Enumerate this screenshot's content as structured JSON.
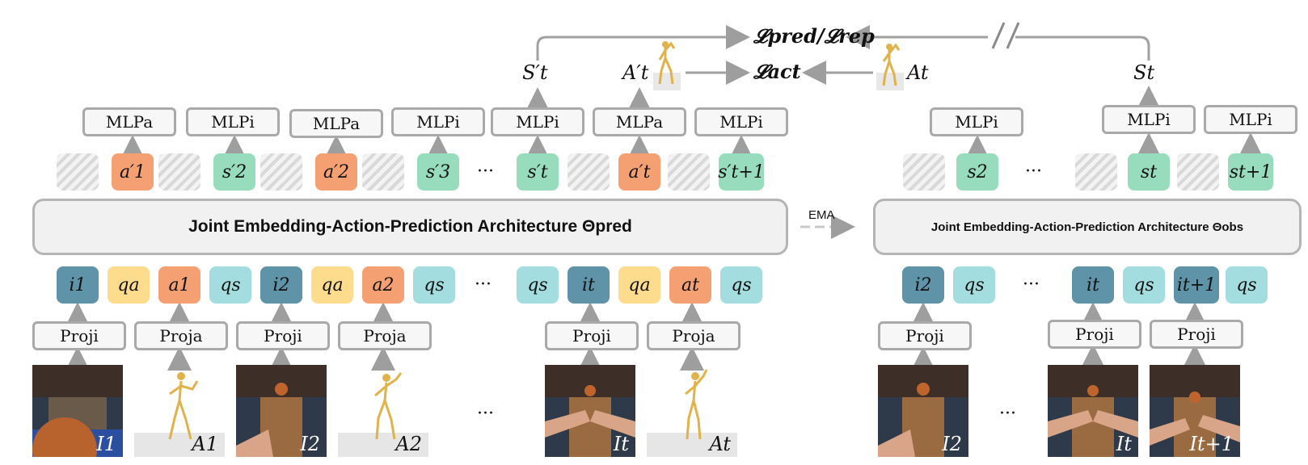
{
  "loss": {
    "pred_rep": "𝓛pred/𝓛rep",
    "act": "𝓛act"
  },
  "targets": {
    "s_pred": "S′t",
    "a_pred": "A′t",
    "a_true": "At",
    "s_true": "St"
  },
  "mlp": {
    "a": "MLPa",
    "i": "MLPi"
  },
  "proj": {
    "i": "Proji",
    "a": "Proja"
  },
  "left_tokens_top": [
    "a′1",
    "s′2",
    "a′2",
    "s′3",
    "s′t",
    "a′t",
    "s′t+1"
  ],
  "right_tokens_top": [
    "s2",
    "st",
    "st+1"
  ],
  "left_tokens_bottom": [
    "i1",
    "qa",
    "a1",
    "qs",
    "i2",
    "qa",
    "a2",
    "qs",
    "qs",
    "it",
    "qa",
    "at",
    "qs"
  ],
  "right_tokens_bottom": [
    "i2",
    "qs",
    "it",
    "qs",
    "it+1",
    "qs"
  ],
  "arch": {
    "pred": "Joint Embedding-Action-Prediction Architecture Θpred",
    "obs": "Joint Embedding-Action-Prediction Architecture Θobs",
    "ema": "EMA"
  },
  "frames_left": [
    "I1",
    "A1",
    "I2",
    "A2",
    "It",
    "At"
  ],
  "frames_right": [
    "I2",
    "It",
    "It+1"
  ],
  "ellipsis": "···",
  "colors": {
    "action": "#f5a073",
    "state": "#96dcbd",
    "image": "#5f93a8",
    "query_a": "#fddc8e",
    "query_s": "#a3dde0",
    "arrow": "#a0a0a0"
  }
}
